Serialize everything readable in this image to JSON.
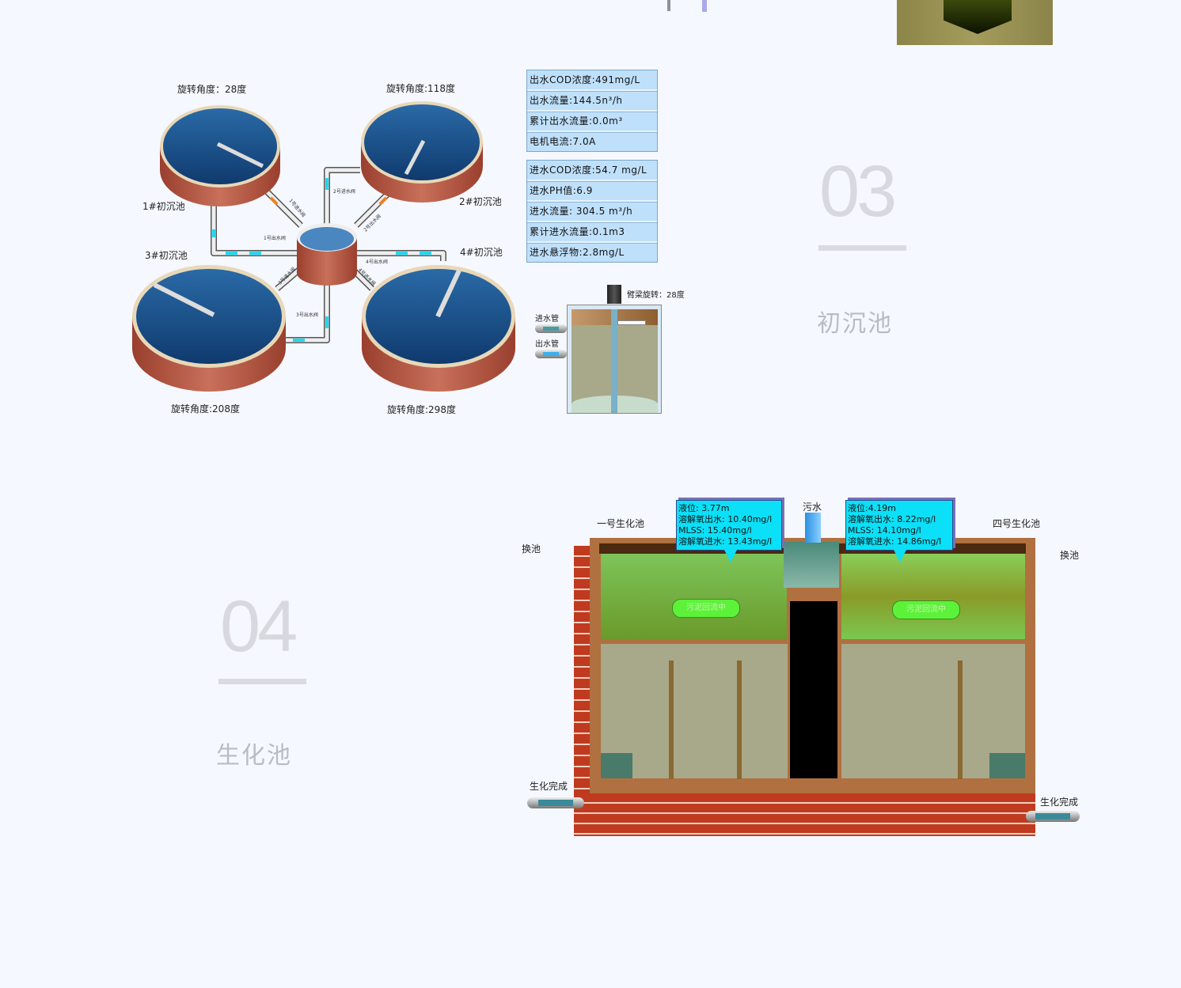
{
  "primary_sedimentation": {
    "section_number": "03",
    "section_title": "初沉池",
    "tanks": [
      {
        "name": "1#初沉池",
        "rotation_label": "旋转角度：28度",
        "rotation_deg": 28
      },
      {
        "name": "2#初沉池",
        "rotation_label": "旋转角度:118度",
        "rotation_deg": 118
      },
      {
        "name": "3#初沉池",
        "rotation_label": "旋转角度:208度",
        "rotation_deg": 208
      },
      {
        "name": "4#初沉池",
        "rotation_label": "旋转角度:298度",
        "rotation_deg": 298
      }
    ],
    "valves": [
      "1号进水阀",
      "2号进水阀",
      "1号出水阀",
      "2号出水阀",
      "3号进水阀",
      "4号出水阀",
      "4号进水阀",
      "3号出水阀"
    ],
    "outlet_panel": [
      "出水COD浓度:491mg/L",
      "出水流量:144.5n³/h",
      "累计出水流量:0.0m³",
      "电机电流:7.0A"
    ],
    "inlet_panel": [
      "进水COD浓度:54.7 mg/L",
      "进水PH值:6.9",
      "进水流量: 304.5 m³/h",
      "累计进水流量:0.1m3",
      "进水悬浮物:2.8mg/L"
    ],
    "detail": {
      "beam_rotation": "臂梁旋转：28度",
      "inlet_pipe": "进水管",
      "outlet_pipe": "出水管"
    }
  },
  "biochemical": {
    "section_number": "04",
    "section_title": "生化池",
    "left_tank": "一号生化池",
    "right_tank": "四号生化池",
    "swap_left": "换池",
    "swap_right": "换池",
    "sewage": "污水",
    "done_left": "生化完成",
    "done_right": "生化完成",
    "sludge_status": "污泥回流中",
    "left_callout": [
      "液位: 3.77m",
      "溶解氧出水: 10.40mg/l",
      "MLSS: 15.40mg/l",
      "溶解氧进水: 13.43mg/l"
    ],
    "right_callout": [
      "液位:4.19m",
      "溶解氧出水: 8.22mg/l",
      "MLSS: 14.10mg/l",
      "溶解氧进水: 14.86mg/l"
    ]
  },
  "colors": {
    "water": "#1d4f86",
    "brick": "#b5503e",
    "panel": "#bfe0fb",
    "callout": "#0be0f8",
    "pipe_cyan": "#22d8f0"
  }
}
